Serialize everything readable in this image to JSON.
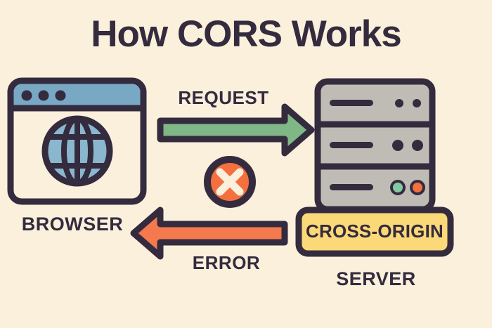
{
  "title": "How CORS Works",
  "background_color": "#FAF0DC",
  "ink_color": "#342B3E",
  "browser": {
    "label": "BROWSER",
    "titlebar_color": "#79A8C4",
    "globe_color": "#8BB7CE",
    "dots": 3,
    "icon": "browser-window-globe-icon"
  },
  "server": {
    "label": "SERVER",
    "badge_label": "CROSS-ORIGIN",
    "badge_color": "#FBD978",
    "rack_color": "#BFBCB6",
    "units": 3,
    "led_ok_color": "#85C9A4",
    "led_error_color": "#F4703F",
    "icon": "server-rack-icon"
  },
  "request_arrow": {
    "label": "REQUEST",
    "color": "#7FB786",
    "direction": "right",
    "icon": "arrow-right-icon"
  },
  "error_arrow": {
    "label": "ERROR",
    "color": "#F4794E",
    "direction": "left",
    "icon": "arrow-left-icon"
  },
  "blocked_marker": {
    "color": "#F4703F",
    "glyph": "×",
    "icon": "circle-x-blocked-icon"
  }
}
